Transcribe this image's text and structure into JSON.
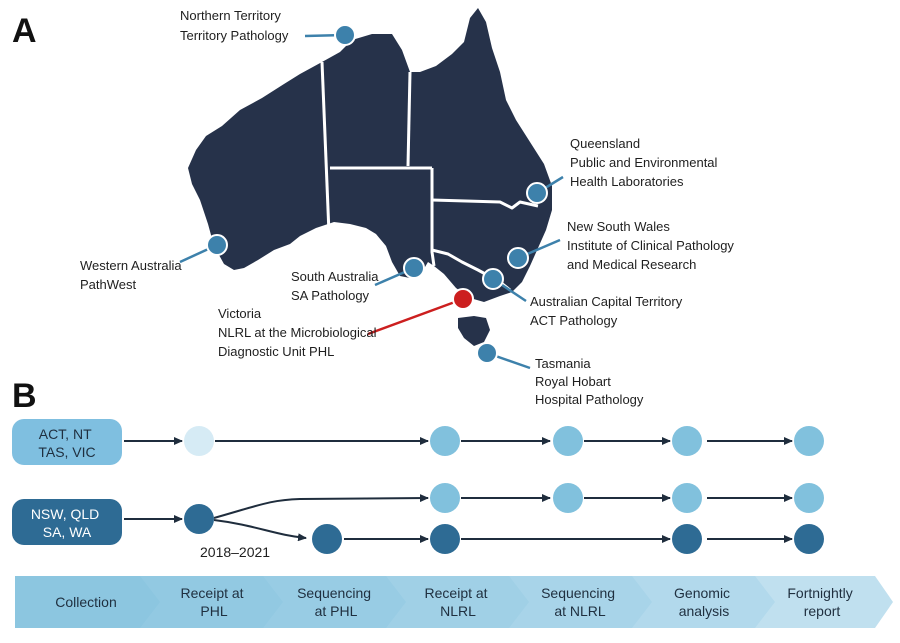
{
  "panels": {
    "a": "A",
    "b": "B"
  },
  "colors": {
    "map_fill": "#26324a",
    "map_border": "#ffffff",
    "site": "#3d81ab",
    "nlrl_site": "#cc1f1f",
    "leader": "#3d81ab",
    "nlrl_leader": "#cc1f1f",
    "node_light": "#81c1dd",
    "node_pale": "#d6ebf5",
    "node_dark": "#2e6b94",
    "group1_box": "#7fbfe0",
    "group2_box": "#2e6b94",
    "arrow": "#1f2d3d",
    "step_fill": "#a9d4e9"
  },
  "map_labels": {
    "nt": {
      "line1": "Northern Territory",
      "line2": "Territory Pathology"
    },
    "qld": {
      "line1": "Queensland",
      "line2": "Public and Environmental",
      "line3": "Health Laboratories"
    },
    "nsw": {
      "line1": "New South Wales",
      "line2": "Institute of Clinical Pathology",
      "line3": "and Medical Research"
    },
    "act": {
      "line1": "Australian Capital Territory",
      "line2": "ACT Pathology"
    },
    "tas": {
      "line1": "Tasmania",
      "line2": "Royal Hobart",
      "line3": "Hospital Pathology"
    },
    "vic": {
      "line1": "Victoria",
      "line2": "NLRL at the Microbiological",
      "line3": "Diagnostic Unit PHL"
    },
    "sa": {
      "line1": "South Australia",
      "line2": "SA Pathology"
    },
    "wa": {
      "line1": "Western Australia",
      "line2": "PathWest"
    }
  },
  "flow": {
    "group1": {
      "line1": "ACT, NT",
      "line2": "TAS, VIC"
    },
    "group2": {
      "line1": "NSW, QLD",
      "line2": "SA, WA"
    },
    "period_label": "2018–2021"
  },
  "steps": [
    {
      "line1": "Collection",
      "line2": ""
    },
    {
      "line1": "Receipt at",
      "line2": "PHL"
    },
    {
      "line1": "Sequencing",
      "line2": "at PHL"
    },
    {
      "line1": "Receipt at",
      "line2": "NLRL"
    },
    {
      "line1": "Sequencing",
      "line2": "at NLRL"
    },
    {
      "line1": "Genomic",
      "line2": "analysis"
    },
    {
      "line1": "Fortnightly",
      "line2": "report"
    }
  ]
}
